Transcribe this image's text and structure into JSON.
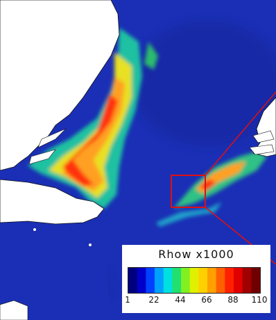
{
  "legend": {
    "title": "Rhow x1000",
    "ticks": [
      "1",
      "22",
      "44",
      "66",
      "88",
      "110"
    ],
    "min": 1,
    "max": 110
  },
  "colors": {
    "sea": "#1a2fb5",
    "land": "#ffffff",
    "zoom_box": "#e01010",
    "coast": "#111111"
  },
  "colormap": [
    "#00007f",
    "#0000c8",
    "#0040ff",
    "#00a0ff",
    "#00e0e0",
    "#20e070",
    "#80f020",
    "#e0f000",
    "#ffd000",
    "#ffa000",
    "#ff6000",
    "#ff2000",
    "#e00000",
    "#a00000",
    "#700000"
  ],
  "zoom_box_label": ""
}
